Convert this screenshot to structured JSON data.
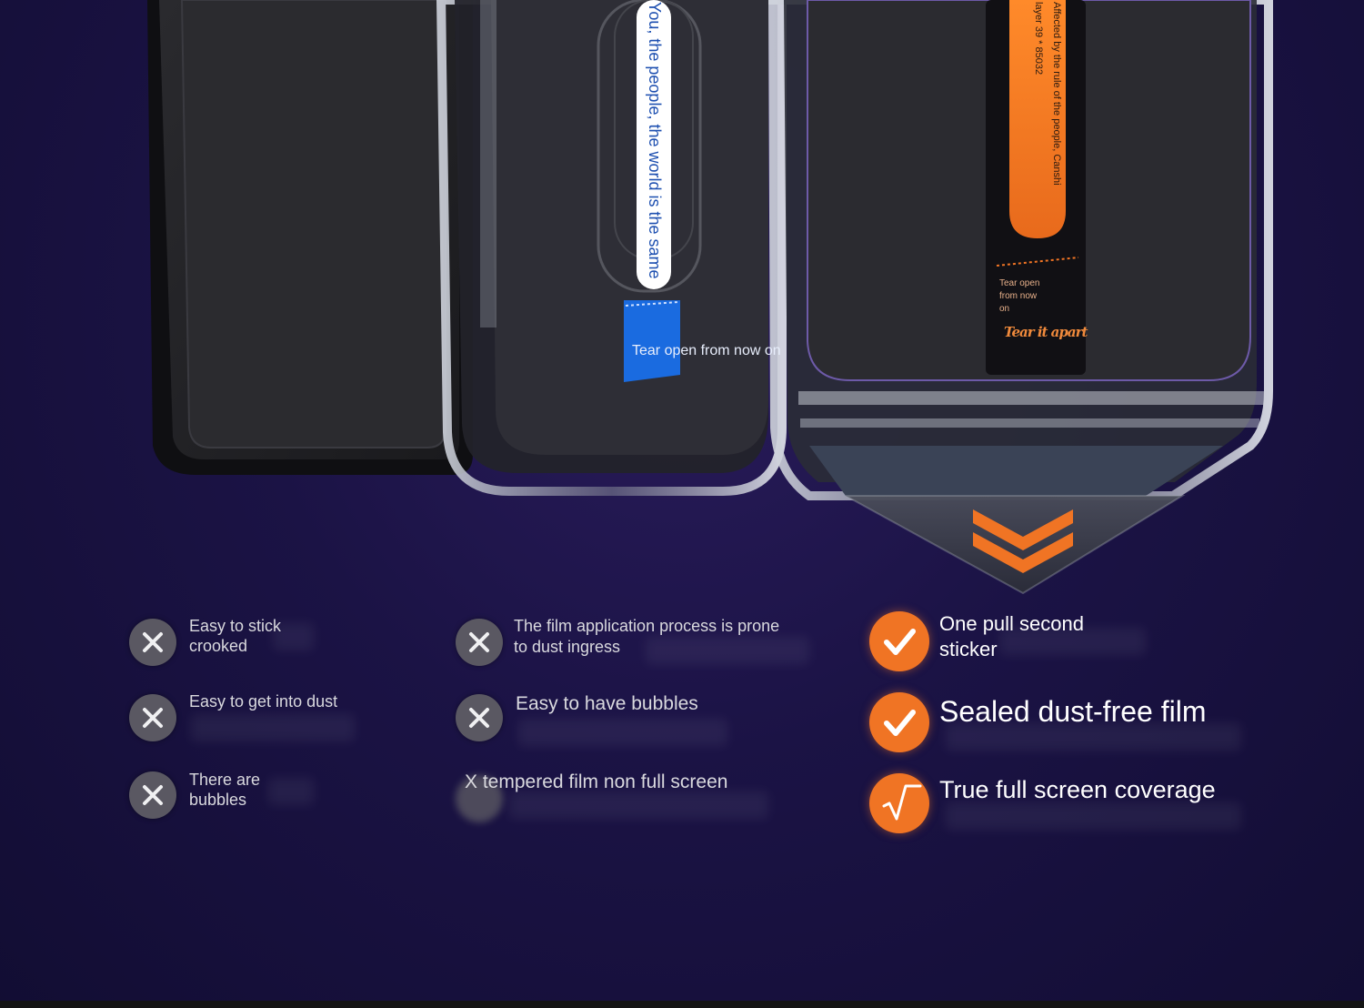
{
  "colors": {
    "background": "#1b1345",
    "accent_orange": "#f07424",
    "accent_blue": "#1a6be0",
    "bad_icon_gray": "#5a5862"
  },
  "product": {
    "blue_tab_text": "You, the people, the world is the same",
    "blue_tab_tear_label": "Tear open from now on",
    "orange_tab_text_line1": "Affected by the rule of the people, Canshi",
    "orange_tab_text_line2": "layer 39 * 85032",
    "orange_tab_tear_label_line1": "Tear open",
    "orange_tab_tear_label_line2": "from now",
    "orange_tab_tear_label_line3": "on",
    "orange_tab_handwriting": "Tear it apart"
  },
  "comparison": {
    "column1": [
      {
        "label_line1": "Easy to stick",
        "label_line2": "crooked",
        "icon": "x-icon"
      },
      {
        "label_line1": "Easy to get into dust",
        "label_line2": "",
        "icon": "x-icon"
      },
      {
        "label_line1": "There are",
        "label_line2": "bubbles",
        "icon": "x-icon"
      }
    ],
    "column2": [
      {
        "label_line1": "The film application process is prone",
        "label_line2": "to dust ingress",
        "icon": "x-icon"
      },
      {
        "label_line1": "Easy to have bubbles",
        "label_line2": "",
        "icon": "x-icon"
      },
      {
        "label_line1": "X tempered film non full screen",
        "label_line2": "",
        "icon": "x-icon"
      }
    ],
    "column3": [
      {
        "label_line1": "One pull second",
        "label_line2": "sticker",
        "icon": "check-icon"
      },
      {
        "label_line1": "Sealed dust-free film",
        "label_line2": "",
        "icon": "check-icon"
      },
      {
        "label_line1": "True full screen coverage",
        "label_line2": "",
        "icon": "radical-check-icon"
      }
    ]
  }
}
